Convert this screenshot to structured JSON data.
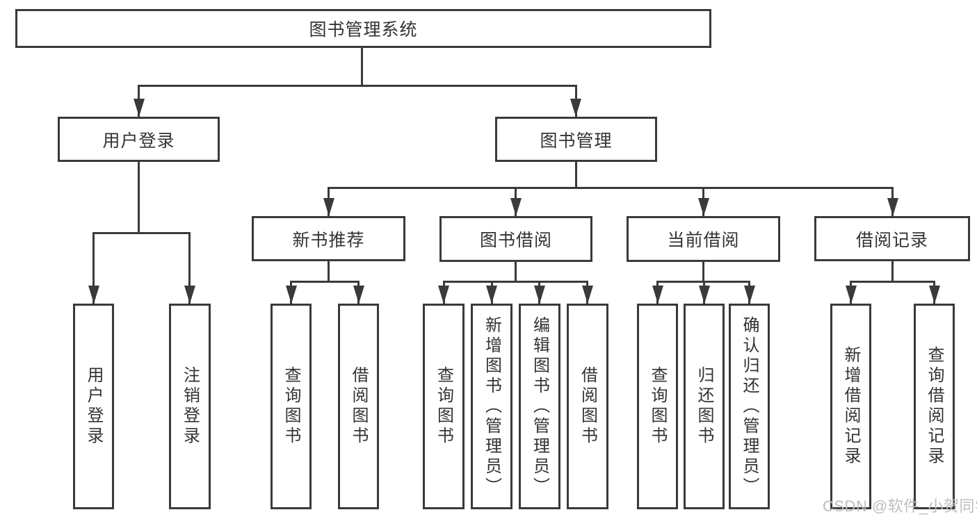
{
  "watermark": {
    "text": "CSDN @软件_小贺同学"
  },
  "colors": {
    "line": "#3a3a3a",
    "text": "#333333",
    "watermark": "#bdbdbd",
    "background": "#ffffff"
  },
  "tree": {
    "label": "图书管理系统",
    "children": [
      {
        "label": "用户登录",
        "children": [
          {
            "label": "用户登录"
          },
          {
            "label": "注销登录"
          }
        ]
      },
      {
        "label": "图书管理",
        "children": [
          {
            "label": "新书推荐",
            "children": [
              {
                "label": "查询图书"
              },
              {
                "label": "借阅图书"
              }
            ]
          },
          {
            "label": "图书借阅",
            "children": [
              {
                "label": "查询图书"
              },
              {
                "label": "新增图书（管理员）"
              },
              {
                "label": "编辑图书（管理员）"
              },
              {
                "label": "借阅图书"
              }
            ]
          },
          {
            "label": "当前借阅",
            "children": [
              {
                "label": "查询图书"
              },
              {
                "label": "归还图书"
              },
              {
                "label": "确认归还（管理员）"
              }
            ]
          },
          {
            "label": "借阅记录",
            "children": [
              {
                "label": "新增借阅记录"
              },
              {
                "label": "查询借阅记录"
              }
            ]
          }
        ]
      }
    ]
  }
}
